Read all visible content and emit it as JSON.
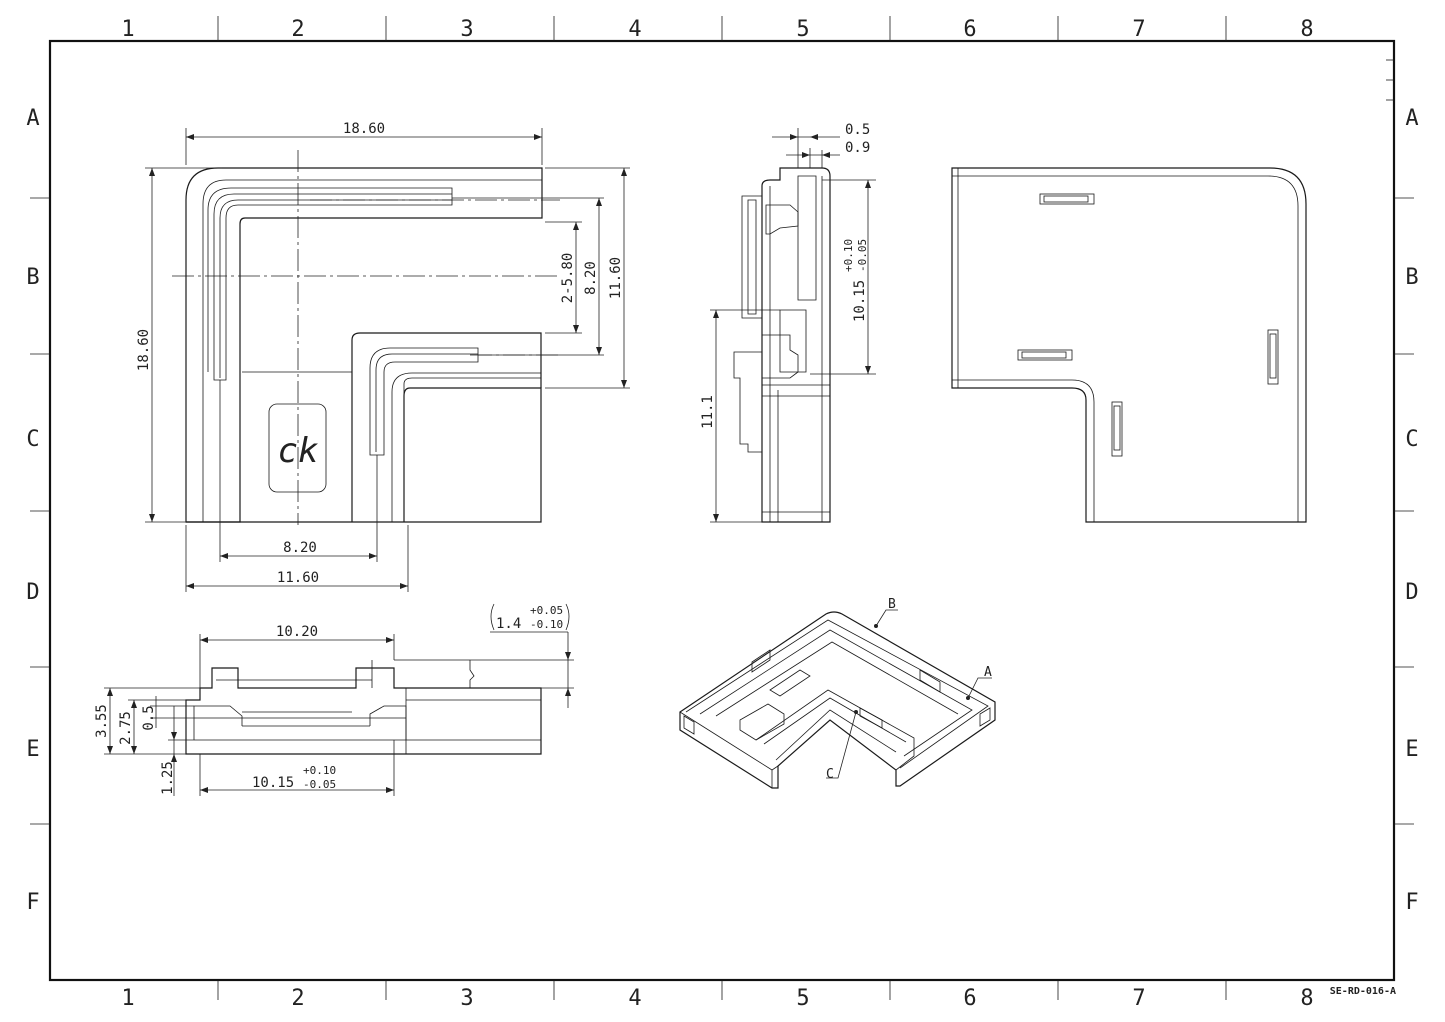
{
  "border": {
    "columns": [
      "1",
      "2",
      "3",
      "4",
      "5",
      "6",
      "7",
      "8"
    ],
    "rows": [
      "A",
      "B",
      "C",
      "D",
      "E",
      "F"
    ]
  },
  "drawing_number": "SE-RD-016-A",
  "top_view": {
    "width": "18.60",
    "height": "18.60",
    "dims_right": [
      "2-5.80",
      "8.20",
      "11.60"
    ],
    "dims_bottom": [
      "8.20",
      "11.60"
    ],
    "logo_text": "ck"
  },
  "side_view": {
    "dims_top": [
      "0.5",
      "0.9"
    ],
    "dim_height_nominal": "10.15",
    "dim_height_tol_upper": "+0.10",
    "dim_height_tol_lower": "-0.05",
    "dim_left": "11.1"
  },
  "front_view": {
    "dim_top": "10.20",
    "dims_left": [
      "3.55",
      "2.75",
      "0.5",
      "1.25"
    ],
    "dim_bottom_nominal": "10.15",
    "dim_bottom_tol_upper": "+0.10",
    "dim_bottom_tol_lower": "-0.05",
    "dim_callout_nominal": "1.4",
    "dim_callout_tol_upper": "+0.05",
    "dim_callout_tol_lower": "-0.10"
  },
  "iso_view": {
    "callouts": [
      "A",
      "B",
      "C"
    ]
  }
}
